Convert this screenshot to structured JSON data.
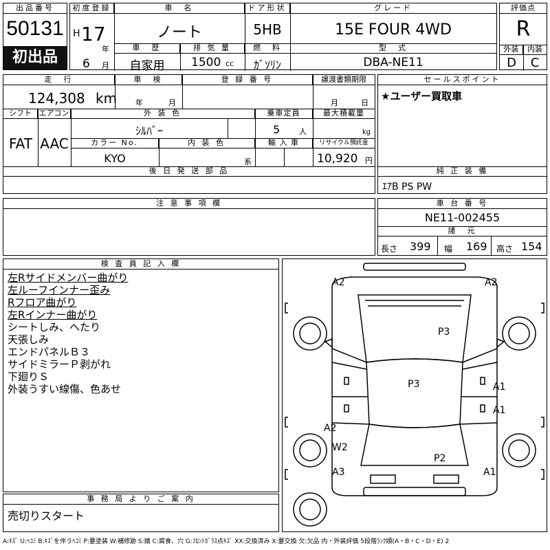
{
  "lot": {
    "label": "出品番号",
    "number": "50131",
    "badge": "初出品"
  },
  "registration": {
    "label": "初度登録",
    "era": "H",
    "year": "17",
    "year_unit": "年",
    "month": "6",
    "month_unit": "月"
  },
  "car_name": {
    "label": "車　名",
    "value": "ノート"
  },
  "door": {
    "label": "ドア形状",
    "value": "5HB"
  },
  "grade": {
    "label": "グレード",
    "value": "15E FOUR 4WD"
  },
  "score": {
    "label": "評価点",
    "value": "R"
  },
  "history": {
    "label": "車　歴",
    "value": "自家用"
  },
  "displacement": {
    "label": "排 気 量",
    "value": "1500",
    "unit": "cc"
  },
  "fuel": {
    "label": "燃　料",
    "value": "ｶﾞｿﾘﾝ"
  },
  "model": {
    "label": "型　式",
    "value": "DBA-NE11"
  },
  "exterior_grade": {
    "label": "外装",
    "value": "D"
  },
  "interior_grade": {
    "label": "内装",
    "value": "C"
  },
  "mileage": {
    "label": "走　行",
    "value": "124,308",
    "unit": "km"
  },
  "inspection": {
    "label": "車　検",
    "year_unit": "年",
    "month_unit": "月"
  },
  "plate": {
    "label": "登 録 番 号",
    "value": ""
  },
  "transfer": {
    "label": "譲渡書類期限",
    "month_unit": "月",
    "day_unit": "日"
  },
  "sales_point": {
    "label": "セールスポイント",
    "value": "★ユーザー買取車"
  },
  "shift": {
    "label": "シフト",
    "value": "FAT"
  },
  "aircon": {
    "label": "エアコン",
    "value": "AAC"
  },
  "ext_color": {
    "label": "外 装 色",
    "value": "ｼﾙﾊﾞｰ"
  },
  "capacity": {
    "label": "乗車定員",
    "value": "5",
    "unit": "人"
  },
  "max_load": {
    "label": "最大積載量",
    "unit": "kg"
  },
  "color_no": {
    "label": "カラー No.",
    "value": "KYO"
  },
  "int_color": {
    "label": "内 装 色",
    "unit": "系"
  },
  "import": {
    "label": "輸 入 車"
  },
  "recycle": {
    "label": "リサイクル預託金",
    "value": "10,920",
    "unit": "円"
  },
  "later_parts": {
    "label": "後 日 発 送 部 品"
  },
  "equipment": {
    "label": "純 正 装 備",
    "value": "ｴｱB PS PW"
  },
  "caution": {
    "label": "注 意 事 項 欄"
  },
  "chassis": {
    "label": "車 台 番 号",
    "value": "NE11-002455"
  },
  "specs": {
    "label": "諸　元",
    "length_label": "長さ",
    "length": "399",
    "width_label": "幅",
    "width": "169",
    "height_label": "高さ",
    "height": "154"
  },
  "inspector": {
    "label": "検 査 員 記 入 欄",
    "notes": [
      {
        "text": "左Rサイドメンバー曲がり",
        "underline": true
      },
      {
        "text": "左ルーフインナー歪み",
        "underline": true
      },
      {
        "text": "Rフロア曲がり",
        "underline": true
      },
      {
        "text": "左Rインナー曲がり",
        "underline": true
      },
      {
        "text": "シートしみ、へたり",
        "underline": false
      },
      {
        "text": "天張しみ",
        "underline": false
      },
      {
        "text": "エンドパネルＢ３",
        "underline": false
      },
      {
        "text": "サイドミラーＰ剥がれ",
        "underline": false
      },
      {
        "text": "下廻りＳ",
        "underline": false
      },
      {
        "text": "外装うすい線傷、色あせ",
        "underline": false
      }
    ]
  },
  "office": {
    "label": "事 務 局 よ り ご 案 内",
    "value": "売切りスタート"
  },
  "diagram": {
    "marks": [
      {
        "id": "top-left",
        "text": "A2"
      },
      {
        "id": "top-right",
        "text": "A2"
      },
      {
        "id": "hood",
        "text": "P3"
      },
      {
        "id": "roof",
        "text": "P3"
      },
      {
        "id": "front-door-r",
        "text": "A1"
      },
      {
        "id": "rear-door-r",
        "text": "A1"
      },
      {
        "id": "rear-door-l",
        "text": "A2"
      },
      {
        "id": "rear-wheel-l",
        "text": "W2"
      },
      {
        "id": "trunk",
        "text": "P2"
      },
      {
        "id": "rear-bumper-l",
        "text": "A3"
      },
      {
        "id": "rear-bumper-r",
        "text": "A1"
      }
    ]
  },
  "legend": "A:ｷｽﾞ U:ﾍｺﾐ B:ｷｽﾞを伴うﾍｺﾐ P:要塗装 W:補修跡 S:錆 C:腐食、穴 G:ﾌﾛﾝﾄｶﾞﾗｽ点ｷｽﾞ XX:交換済み X:要交換 欠:欠品 内・外装評価 5段階ﾗﾝｸ順(A・B・C・D・E) 2"
}
